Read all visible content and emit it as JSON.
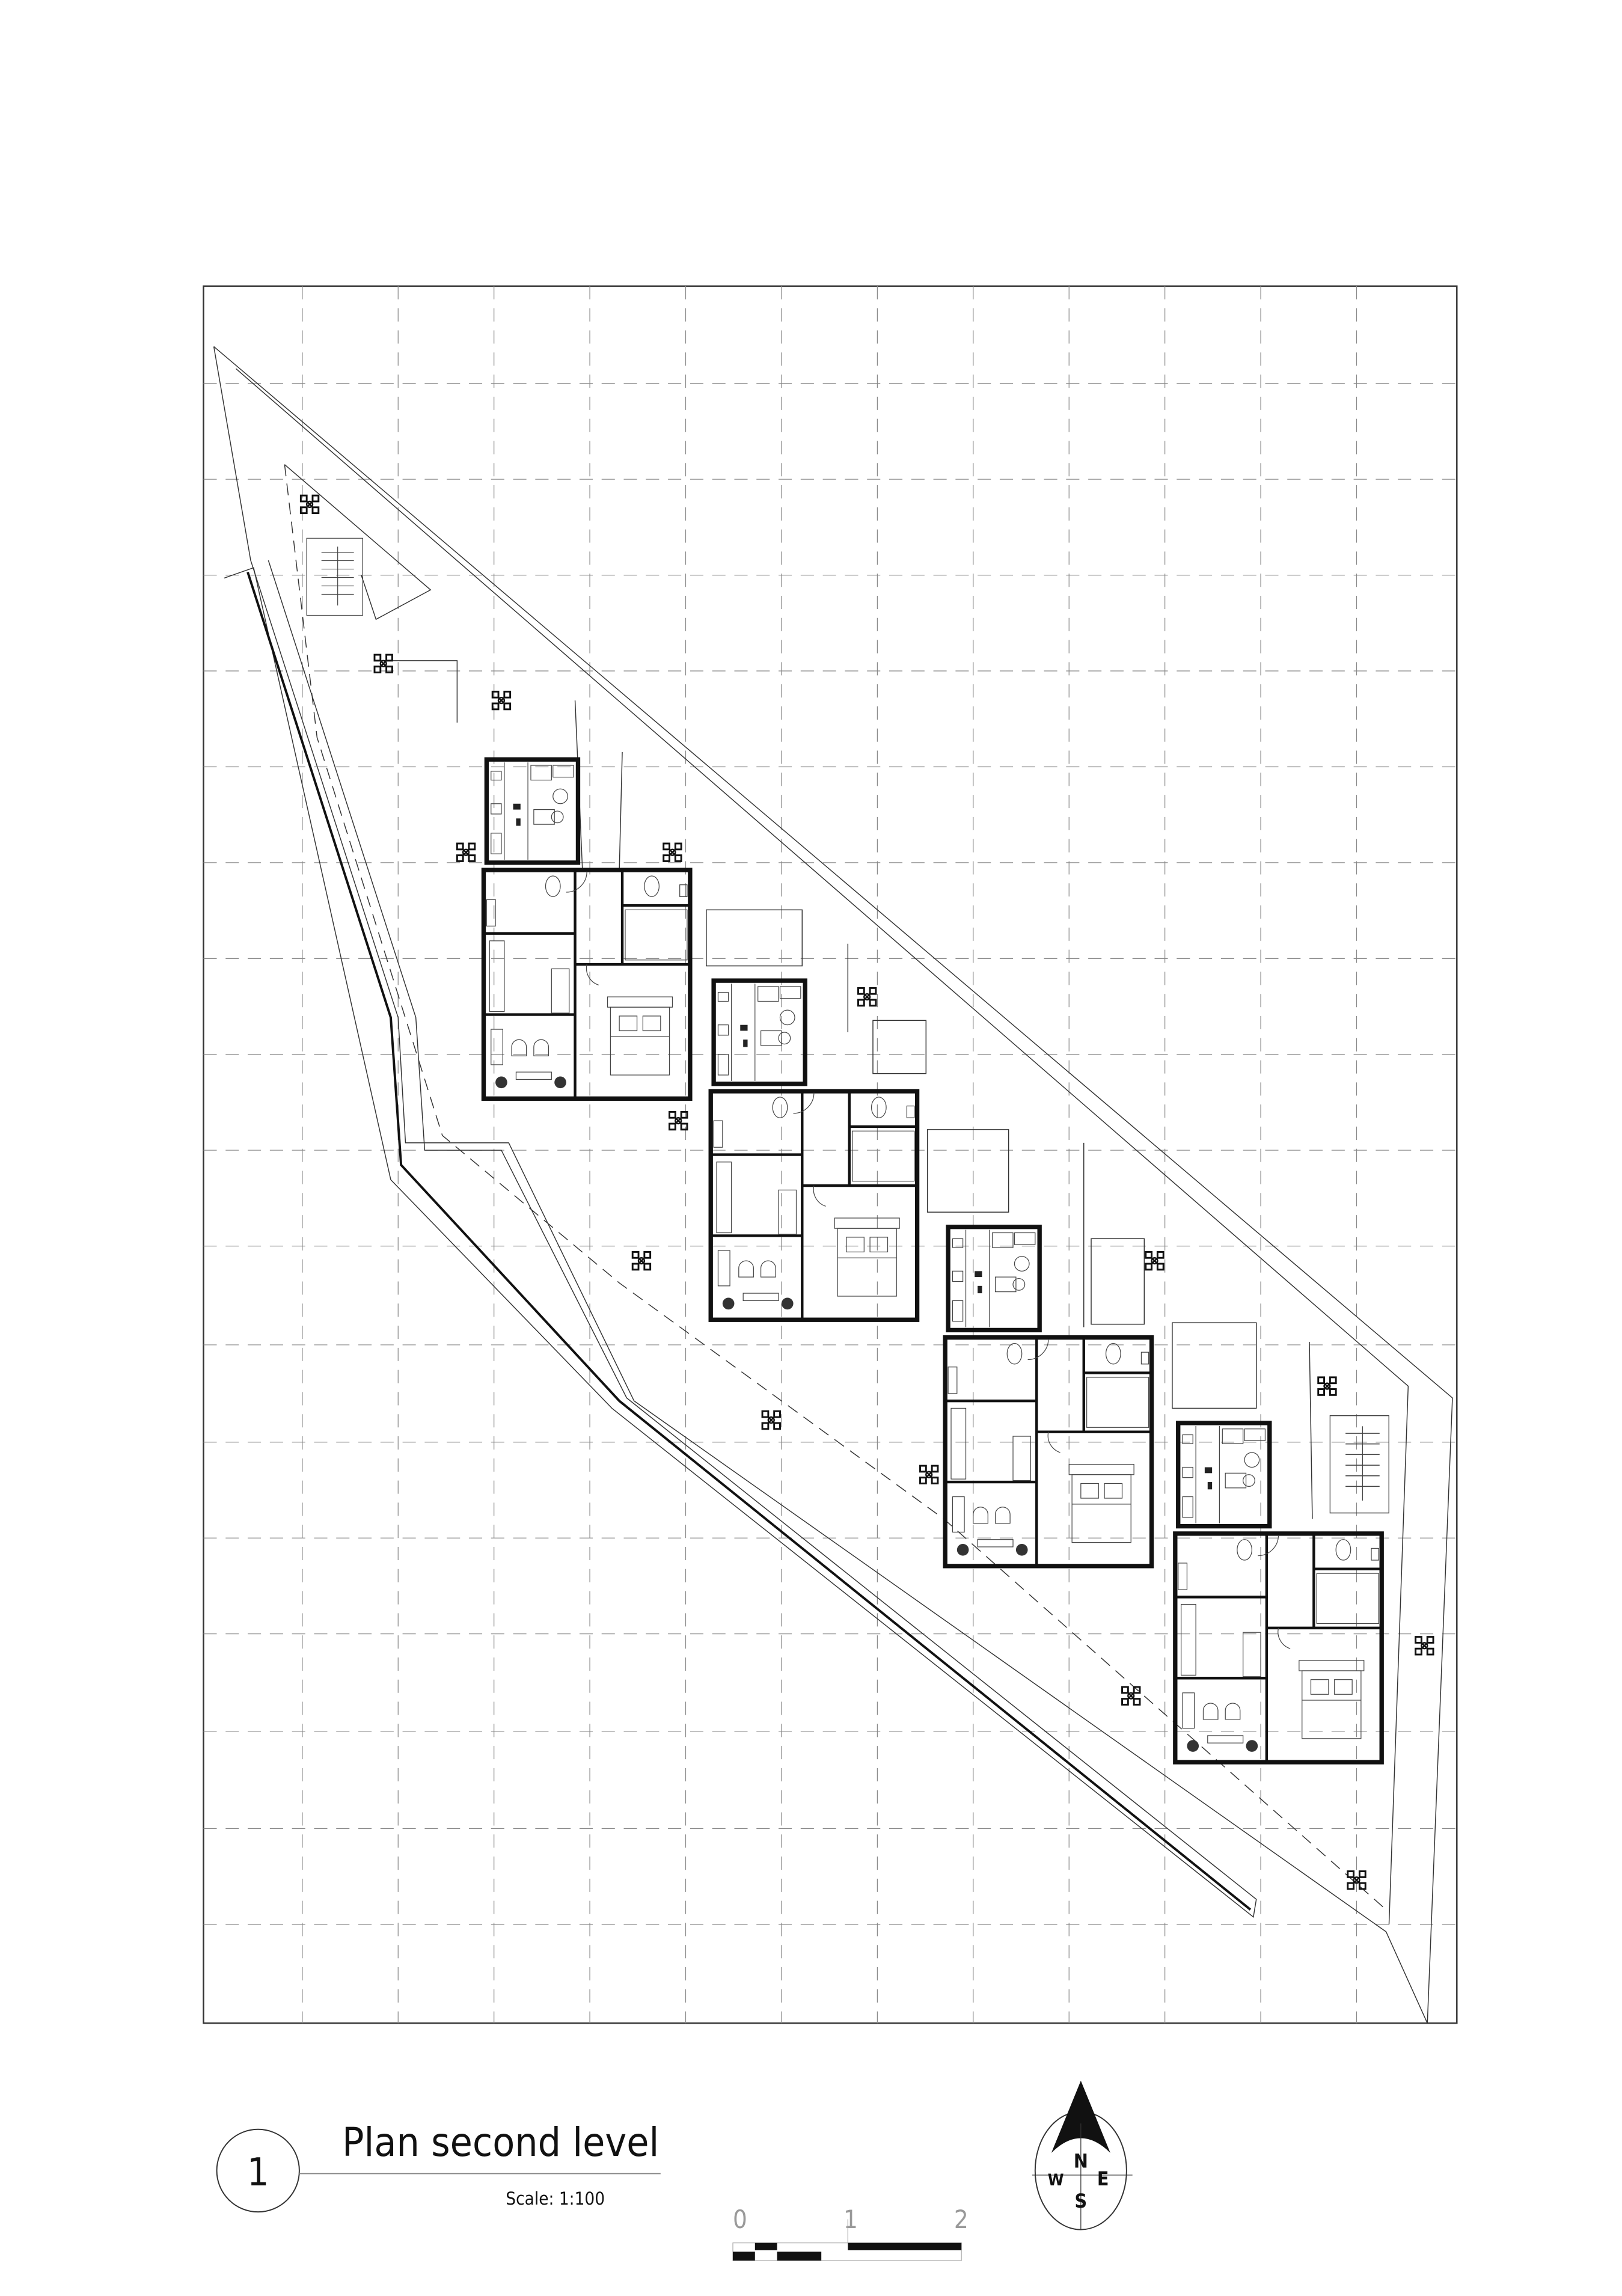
{
  "drawing": {
    "number": "1",
    "title": "Plan second level",
    "scale": "Scale: 1:100"
  },
  "scale_bar": {
    "labels": [
      "0",
      "1",
      "2"
    ]
  },
  "north_arrow": {
    "n": "N",
    "e": "E",
    "s": "S",
    "w": "W"
  },
  "colors": {
    "line": "#111111",
    "grid": "#888888",
    "background": "#ffffff"
  }
}
